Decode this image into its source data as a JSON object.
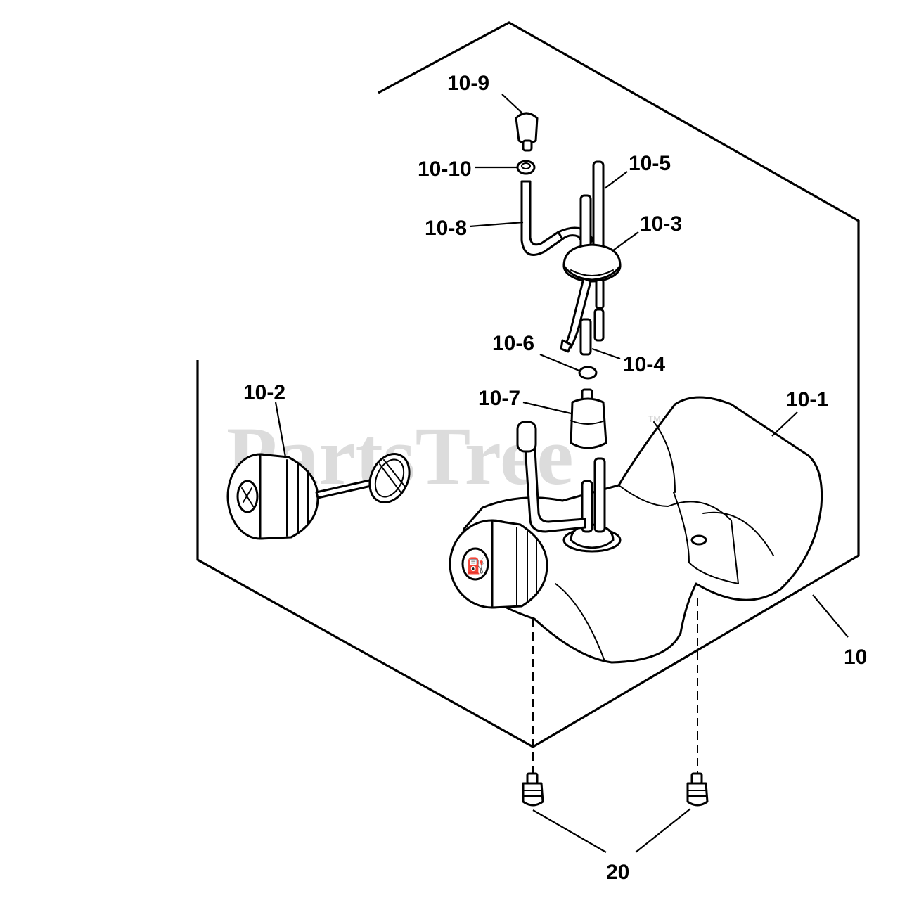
{
  "diagram": {
    "watermark": "PartsTree",
    "watermark_mark": "TM",
    "callouts": [
      {
        "id": "10-9",
        "label": "10-9"
      },
      {
        "id": "10-10",
        "label": "10-10"
      },
      {
        "id": "10-5",
        "label": "10-5"
      },
      {
        "id": "10-8",
        "label": "10-8"
      },
      {
        "id": "10-3",
        "label": "10-3"
      },
      {
        "id": "10-6",
        "label": "10-6"
      },
      {
        "id": "10-4",
        "label": "10-4"
      },
      {
        "id": "10-2",
        "label": "10-2"
      },
      {
        "id": "10-7",
        "label": "10-7"
      },
      {
        "id": "10-1",
        "label": "10-1"
      },
      {
        "id": "10",
        "label": "10"
      },
      {
        "id": "20",
        "label": "20"
      }
    ]
  }
}
